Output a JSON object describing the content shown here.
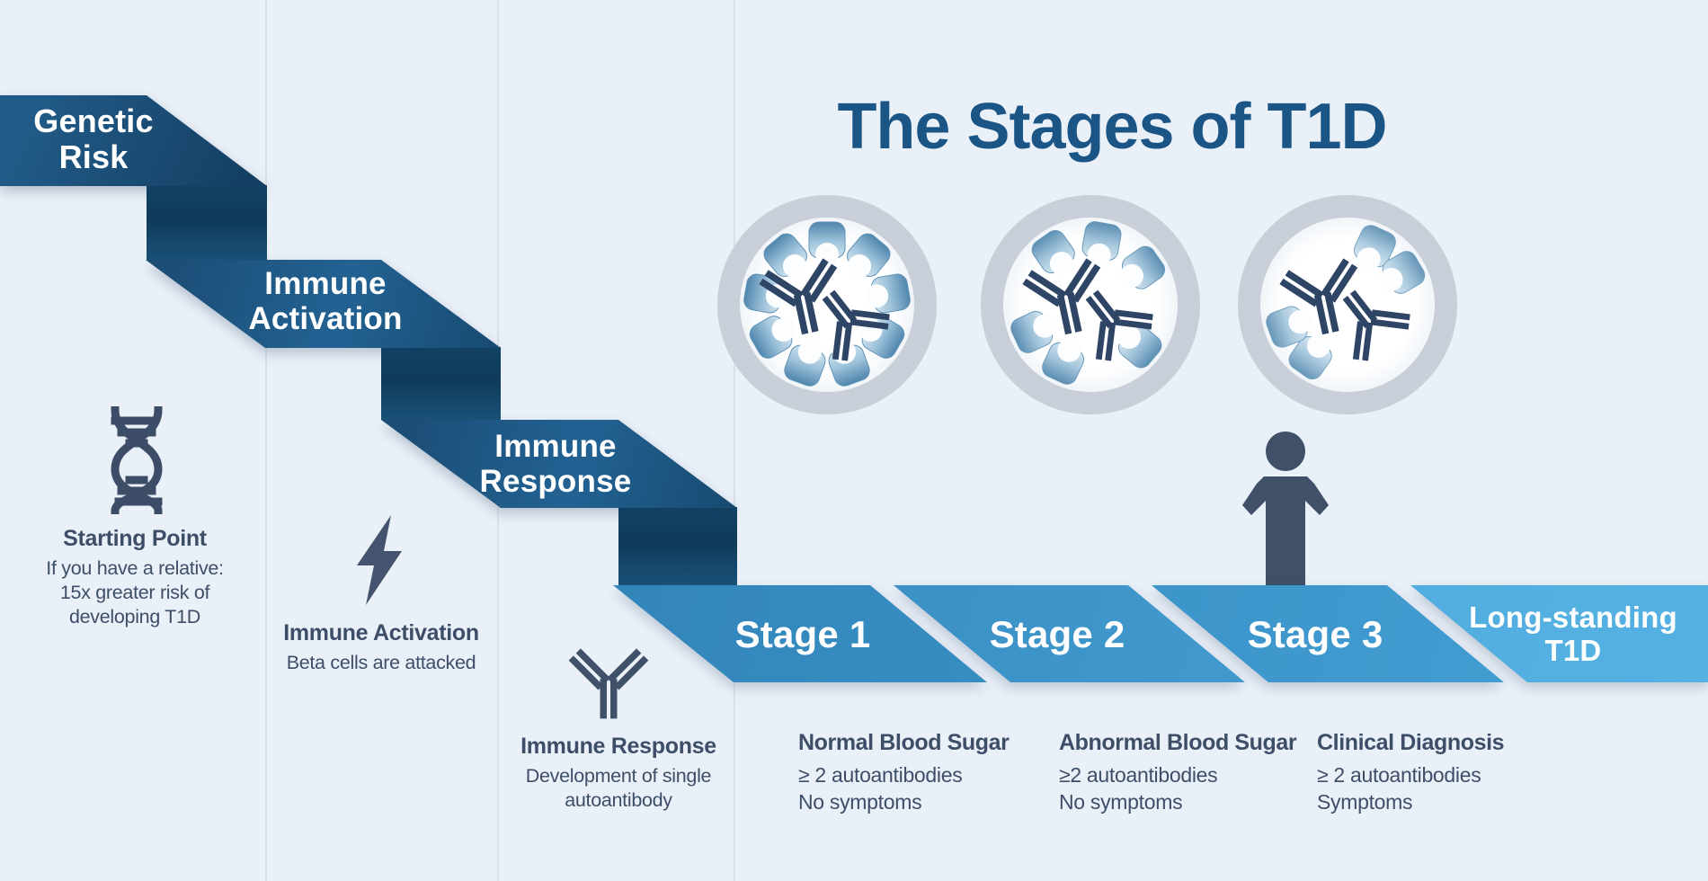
{
  "title": "The Stages of T1D",
  "colors": {
    "background": "#eaf0f8",
    "divider": "#d8e1ea",
    "title_text": "#1b5585",
    "body_text": "#3e4e68",
    "icon_slate": "#42526c",
    "navy_band": "#1d5480",
    "navy_band_dark": "#113e5f",
    "stage_blue": "#3390c5",
    "stage_blue_light": "#4aa5da",
    "ring_gray": "#c9cfd8",
    "cell_blue": "#4f86ae",
    "banner_text": "#ffffff"
  },
  "ribbon": {
    "steps": [
      {
        "label": "Genetic Risk"
      },
      {
        "label": "Immune Activation"
      },
      {
        "label": "Immune Response"
      }
    ]
  },
  "timeline": {
    "segments": [
      {
        "label": "Stage 1"
      },
      {
        "label": "Stage 2"
      },
      {
        "label": "Stage 3"
      },
      {
        "label": "Long-standing T1D"
      }
    ]
  },
  "callouts": [
    {
      "icon": "dna-icon",
      "title": "Starting Point",
      "lines": [
        "If you have a relative:",
        "15x greater risk of",
        "developing T1D"
      ]
    },
    {
      "icon": "lightning-icon",
      "title": "Immune Activation",
      "lines": [
        "Beta cells are attacked"
      ]
    },
    {
      "icon": "antibody-icon",
      "title": "Immune Response",
      "lines": [
        "Development of single",
        "autoantibody"
      ]
    }
  ],
  "stage_details": [
    {
      "title": "Normal Blood Sugar",
      "lines": [
        "≥ 2 autoantibodies",
        "No symptoms"
      ]
    },
    {
      "title": "Abnormal Blood Sugar",
      "lines": [
        "≥2 autoantibodies",
        "No symptoms"
      ]
    },
    {
      "title": "Clinical Diagnosis",
      "lines": [
        "≥ 2 autoantibodies",
        "Symptoms"
      ]
    }
  ],
  "islets": [
    {
      "name": "islet-stage-1",
      "cell_opacity": 1,
      "cells_deg": [
        0,
        40,
        80,
        120,
        160,
        200,
        240,
        280,
        320
      ]
    },
    {
      "name": "islet-stage-2",
      "cell_opacity": 0.92,
      "cells_deg": [
        -35,
        10,
        55,
        130,
        205,
        245
      ]
    },
    {
      "name": "islet-stage-3",
      "cell_opacity": 0.85,
      "cells_deg": [
        25,
        60,
        215,
        250
      ]
    }
  ]
}
